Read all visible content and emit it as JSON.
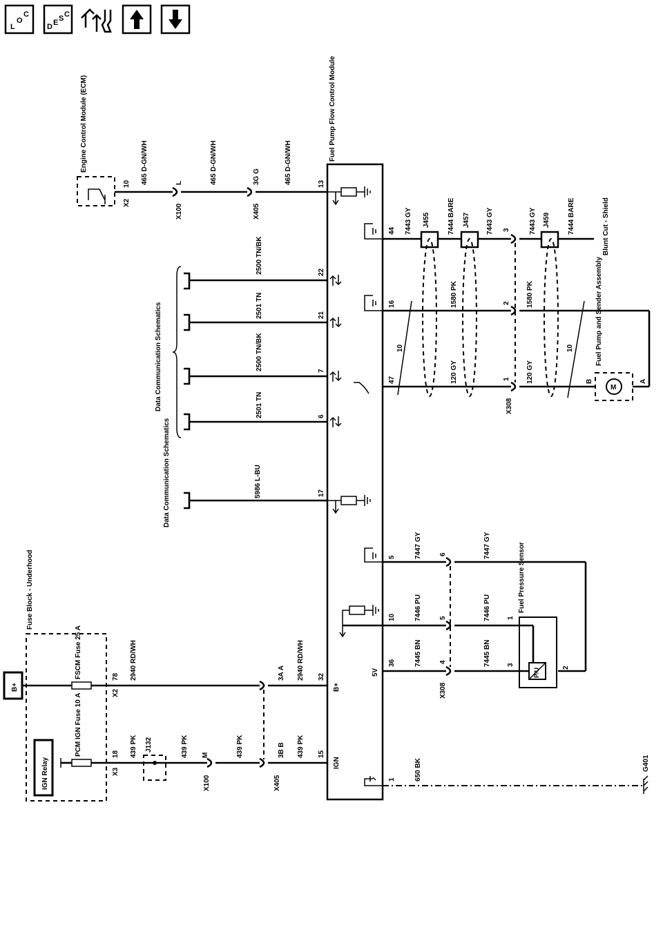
{
  "nav": {
    "loc_label": "LOC",
    "desc_label": "DESC",
    "tools_icon": "connector-tools-icon",
    "up_icon": "arrow-up-icon",
    "down_icon": "arrow-down-icon"
  },
  "modules": {
    "ecm": "Engine Control Module (ECM)",
    "ffp": "Fuel Pump Flow Control Module",
    "fuse_block": "Fuse Block - Underhood",
    "ign_relay": "IGN Relay",
    "fuel_pump": "Fuel Pump and Sender Assembly",
    "pressure_sensor": "Fuel Pressure Sensor",
    "b_plus": "B+"
  },
  "fuses": {
    "pcm": "PCM IGN Fuse 10 A",
    "fscm": "FSCM Fuse 25 A"
  },
  "references": {
    "data_comm_1": "Data Communication Schematics",
    "data_comm_2": "Data Communication Schematics",
    "blunt_cut": "Blunt Cut - Shield"
  },
  "connectors": {
    "x2_top": "X2",
    "x2_top_pin": "10",
    "x100_top": "X100",
    "x100_top_pin": "L",
    "x405_top": "X405",
    "x405_top_pin": "3G G",
    "x2_bottom": "X2",
    "x2_bottom_pin": "78",
    "x3": "X3",
    "x3_pin": "18",
    "j132": "J132",
    "x100_bottom": "X100",
    "x100_bottom_pin": "M",
    "x405_bottom": "X405",
    "x405_pin_a": "3A A",
    "x405_pin_b": "3B B",
    "x308_top": "X308",
    "x308_bottom": "X308",
    "j455": "J455",
    "j457": "J457",
    "j459": "J459",
    "g401": "G401"
  },
  "wires": {
    "w465_a": "465 D-GN/WH",
    "w465_b": "465 D-GN/WH",
    "w465_c": "465 D-GN/WH",
    "w2500_a": "2500 TN/BK",
    "w2501_a": "2501 TN",
    "w2500_b": "2500 TN/BK",
    "w2501_b": "2501 TN",
    "w5986": "5986 L-BU",
    "w2940_a": "2940 RD/WH",
    "w2940_b": "2940 RD/WH",
    "w439_a": "439 PK",
    "w439_b": "439 PK",
    "w439_c": "439 PK",
    "w439_d": "439 PK",
    "w7443_a": "7443 GY",
    "w7444_a": "7444 BARE",
    "w7443_b": "7443 GY",
    "w7443_c": "7443 GY",
    "w7444_b": "7444 BARE",
    "w1580_a": "1580 PK",
    "w1580_b": "1580 PK",
    "w120_a": "120 GY",
    "w120_b": "120 GY",
    "w7447_a": "7447 GY",
    "w7447_b": "7447 GY",
    "w7446_a": "7446 PU",
    "w7446_b": "7446 PU",
    "w7445_a": "7445 BN",
    "w7445_b": "7445 BN",
    "w650": "650 BK",
    "twist_a": "10",
    "twist_b": "10"
  },
  "pins": {
    "p13": "13",
    "p22": "22",
    "p21": "21",
    "p7": "7",
    "p6": "6",
    "p17": "17",
    "p32": "32",
    "p15": "15",
    "p44": "44",
    "p16": "16",
    "p47": "47",
    "p5": "5",
    "p10": "10",
    "p36": "36",
    "p1": "1",
    "x308_3": "3",
    "x308_2": "2",
    "x308_1": "1",
    "x308_6": "6",
    "x308_5": "5",
    "x308_4": "4",
    "sensor_1": "1",
    "sensor_3": "3",
    "sensor_2": "2",
    "pump_b": "B",
    "pump_a": "A",
    "bplus_label": "B+",
    "ign_label": "IGN",
    "v5_label": "5V",
    "motor": "M",
    "pu_label": "P/U"
  }
}
